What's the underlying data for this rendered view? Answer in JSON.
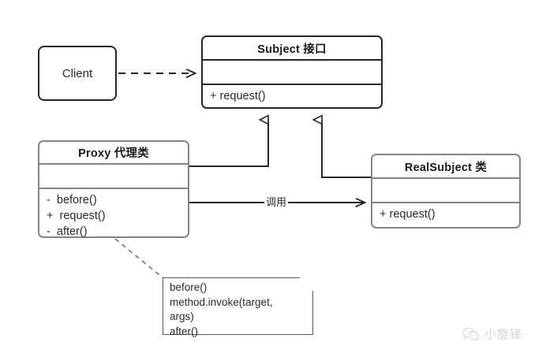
{
  "diagram": {
    "title": "Proxy Pattern UML Class Diagram",
    "colors": {
      "dark_stroke": "#262626",
      "gray_stroke": "#858585",
      "text": "#2b2b2b",
      "background": "#ffffff"
    }
  },
  "nodes": {
    "client": {
      "label": "Client"
    },
    "subject": {
      "title": "Subject 接口",
      "attributes": [],
      "methods": [
        "+ request()"
      ]
    },
    "proxy": {
      "title": "Proxy 代理类",
      "attributes": [],
      "methods": [
        "-  before()",
        "+  request()",
        "-  after()"
      ]
    },
    "real_subject": {
      "title": "RealSubject 类",
      "attributes": [],
      "methods": [
        "+ request()"
      ]
    },
    "note": {
      "lines": [
        "before()",
        "method.invoke(target,",
        "args)",
        "after()"
      ],
      "text": "before()\nmethod.invoke(target,\nargs)\nafter()"
    }
  },
  "edges": {
    "client_to_subject": {
      "label": "",
      "type": "dependency-dashed-open-arrow"
    },
    "proxy_to_subject": {
      "label": "",
      "type": "generalization-hollow-triangle"
    },
    "real_subject_to_subject": {
      "label": "",
      "type": "generalization-hollow-triangle"
    },
    "proxy_to_real_subject": {
      "label": "调用",
      "type": "association-open-arrow"
    },
    "proxy_to_note": {
      "label": "",
      "type": "note-anchor-dashed"
    }
  },
  "watermark": {
    "text": "小旋锋",
    "icon": "wechat-icon"
  }
}
